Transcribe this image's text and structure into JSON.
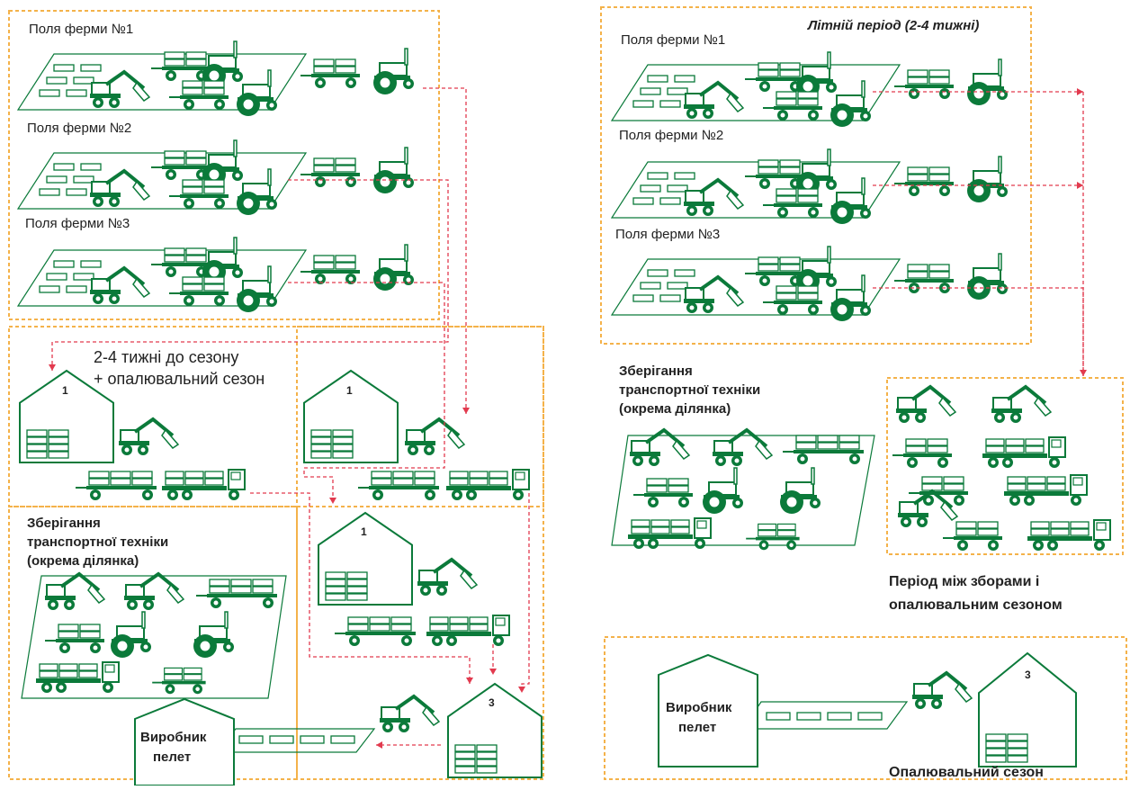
{
  "left": {
    "fields": [
      "Поля ферми №1",
      "Поля ферми №2",
      "Поля ферми №3"
    ],
    "pre_season_l1": "2-4 тижні до сезону",
    "pre_season_l2": "+ опалювальний сезон",
    "storage_l1": "Зберігання",
    "storage_l2": "транспортної техніки",
    "storage_l3": "(окрема ділянка)",
    "warehouse_num": "1",
    "plant_num": "3",
    "producer_l1": "Виробник",
    "producer_l2": "пелет"
  },
  "right": {
    "summer_title": "Літній період (2-4 тижні)",
    "fields": [
      "Поля ферми №1",
      "Поля ферми №2",
      "Поля ферми №3"
    ],
    "storage_l1": "Зберігання",
    "storage_l2": "транспортної техніки",
    "storage_l3": "(окрема ділянка)",
    "between_l1": "Період між зборами і",
    "between_l2": "опалювальним сезоном",
    "plant_num": "3",
    "producer_l1": "Виробник",
    "producer_l2": "пелет",
    "heating_caption": "Опалювальний сезон"
  },
  "colors": {
    "green": "#0b7a3a",
    "frame": "#f4b24a",
    "flow": "#e23a4e"
  },
  "icons": [
    "tractor-icon",
    "loader-icon",
    "trailer-icon",
    "truck-icon",
    "warehouse-icon",
    "bale-icon",
    "field-icon"
  ]
}
